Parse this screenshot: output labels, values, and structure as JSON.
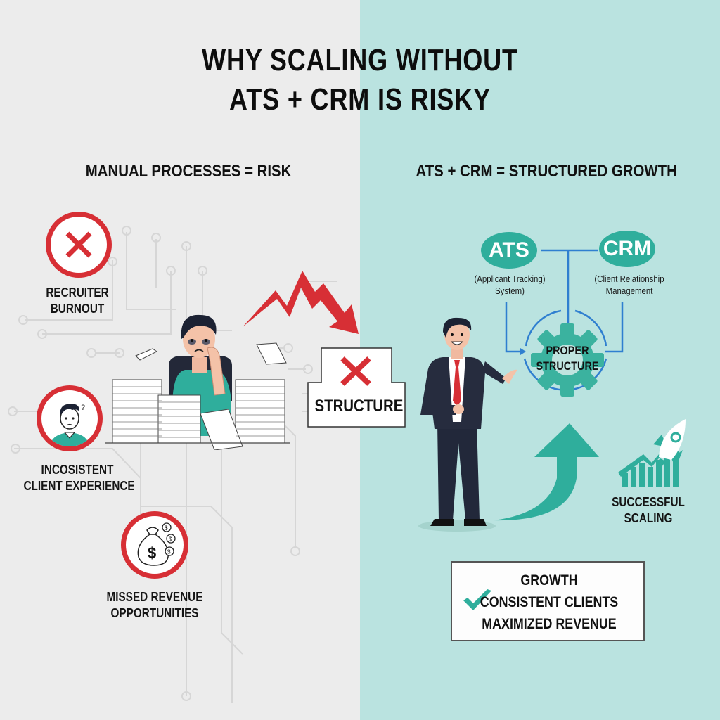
{
  "title": {
    "line1": "WHY SCALING WITHOUT",
    "line2": "ATS + CRM IS RISKY"
  },
  "left_panel": {
    "heading": "MANUAL PROCESSES = RISK",
    "background": "#ececec",
    "risks": [
      {
        "icon": "x-mark-icon",
        "line1": "RECRUITER",
        "line2": "BURNOUT"
      },
      {
        "icon": "confused-person-icon",
        "line1": "INCOSISTENT",
        "line2": "CLIENT EXPERIENCE"
      },
      {
        "icon": "money-bag-icon",
        "line1": "MISSED REVENUE",
        "line2": "OPPORTUNITIES"
      }
    ],
    "illustration": "overwhelmed-recruiter-with-paper-stacks",
    "decline_arrow": "red-zigzag-down-arrow",
    "no_structure_sign": {
      "icon": "x-mark-icon",
      "label": "STRUCTURE"
    }
  },
  "right_panel": {
    "heading": "ATS + CRM = STRUCTURED GROWTH",
    "background": "#bae3e0",
    "nodes": [
      {
        "abbr": "ATS",
        "desc_line1": "(Applicant Tracking)",
        "desc_line2": "System)"
      },
      {
        "abbr": "CRM",
        "desc_line1": "(Client Relationship",
        "desc_line2": "Management"
      }
    ],
    "gear": {
      "line1": "PROPER",
      "line2": "STRUCTURE"
    },
    "illustration": "confident-businessman-presenting",
    "growth_arrow": "green-curved-up-arrow",
    "success": {
      "icon": "rocket-chart-icon",
      "line1": "SUCCESSFUL",
      "line2": "SCALING"
    },
    "results": {
      "icon": "checkmark-icon",
      "items": [
        "GROWTH",
        "CONSISTENT CLIENTS",
        "MAXIMIZED REVENUE"
      ]
    }
  },
  "colors": {
    "red": "#d72f35",
    "teal": "#2fae9c",
    "blue_line": "#2f7fd0",
    "navy_suit": "#22283a"
  }
}
